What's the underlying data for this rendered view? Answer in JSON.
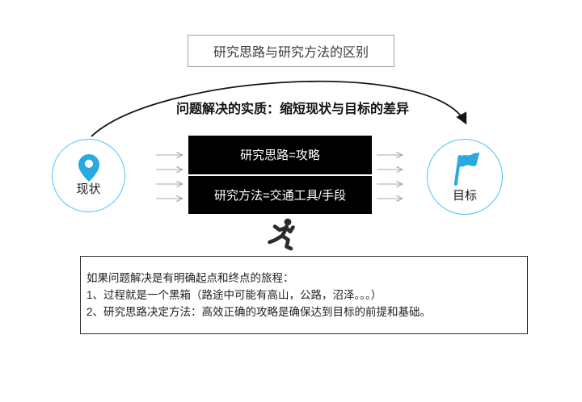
{
  "title_box": {
    "text": "研究思路与研究方法的区别"
  },
  "subtitle": {
    "text": "问题解决的实质：缩短现状与目标的差异"
  },
  "current_state": {
    "label": "现状",
    "icon": "location-pin-icon"
  },
  "goal": {
    "label": "目标",
    "icon": "flag-icon"
  },
  "process": {
    "top_box": "研究思路=攻略",
    "bottom_box": "研究方法=交通工具/手段",
    "icon": "runner-icon"
  },
  "note_box": {
    "lines": [
      "如果问题解决是有明确起点和终点的旅程：",
      "1、过程就是一个黑箱（路途中可能有高山，公路，沼泽。。。）",
      "2、研究思路决定方法：高效正确的攻略是确保达到目标的前提和基础。"
    ]
  },
  "colors": {
    "icon_blue": "#29a9e2",
    "circle_stroke": "#4fc1f5",
    "arrow_gray": "#a9a9a9",
    "curve_black": "#141414",
    "box_black": "#000000",
    "runner_dark": "#2b2b2b"
  }
}
